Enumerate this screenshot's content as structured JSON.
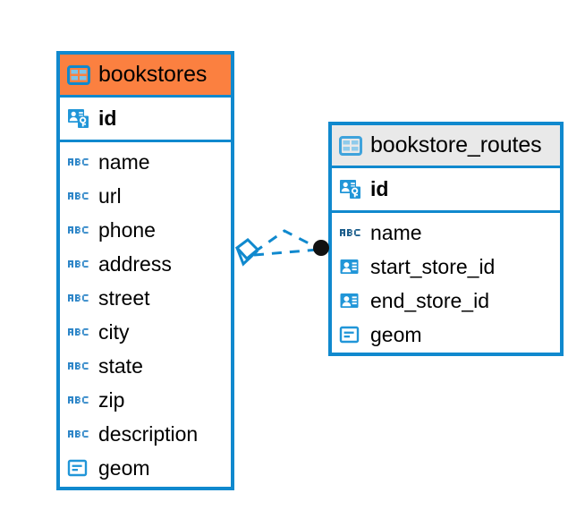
{
  "diagram": {
    "type": "entity-relationship-diagram",
    "background_color": "#ffffff",
    "accent_color": "#1089CE",
    "highlight_color": "#FB8040",
    "entities": [
      {
        "name": "bookstores",
        "header_style": "orange",
        "header_icon": "table-icon",
        "primary_keys": [
          {
            "label": "id",
            "icon": "primary-key-icon",
            "bold": true
          }
        ],
        "fields": [
          {
            "label": "name",
            "icon": "abc-text-icon"
          },
          {
            "label": "url",
            "icon": "abc-text-icon"
          },
          {
            "label": "phone",
            "icon": "abc-text-icon"
          },
          {
            "label": "address",
            "icon": "abc-text-icon"
          },
          {
            "label": "street",
            "icon": "abc-text-icon"
          },
          {
            "label": "city",
            "icon": "abc-text-icon"
          },
          {
            "label": "state",
            "icon": "abc-text-icon"
          },
          {
            "label": "zip",
            "icon": "abc-text-icon"
          },
          {
            "label": "description",
            "icon": "abc-text-icon"
          },
          {
            "label": "geom",
            "icon": "geometry-icon"
          }
        ]
      },
      {
        "name": "bookstore_routes",
        "header_style": "grey",
        "header_icon": "table-icon",
        "primary_keys": [
          {
            "label": "id",
            "icon": "primary-key-icon",
            "bold": true
          }
        ],
        "fields": [
          {
            "label": "name",
            "icon": "abc-text-icon"
          },
          {
            "label": "start_store_id",
            "icon": "foreign-key-icon"
          },
          {
            "label": "end_store_id",
            "icon": "foreign-key-icon"
          },
          {
            "label": "geom",
            "icon": "geometry-icon"
          }
        ]
      }
    ],
    "relationship": {
      "source_entity": "bookstores",
      "target_entity": "bookstore_routes",
      "line_style": "dashed",
      "line_color": "#1089CE",
      "source_marker": "diamond-crowsfoot-marker",
      "target_marker": "filled-circle-marker",
      "target_marker_color": "#111111"
    }
  }
}
